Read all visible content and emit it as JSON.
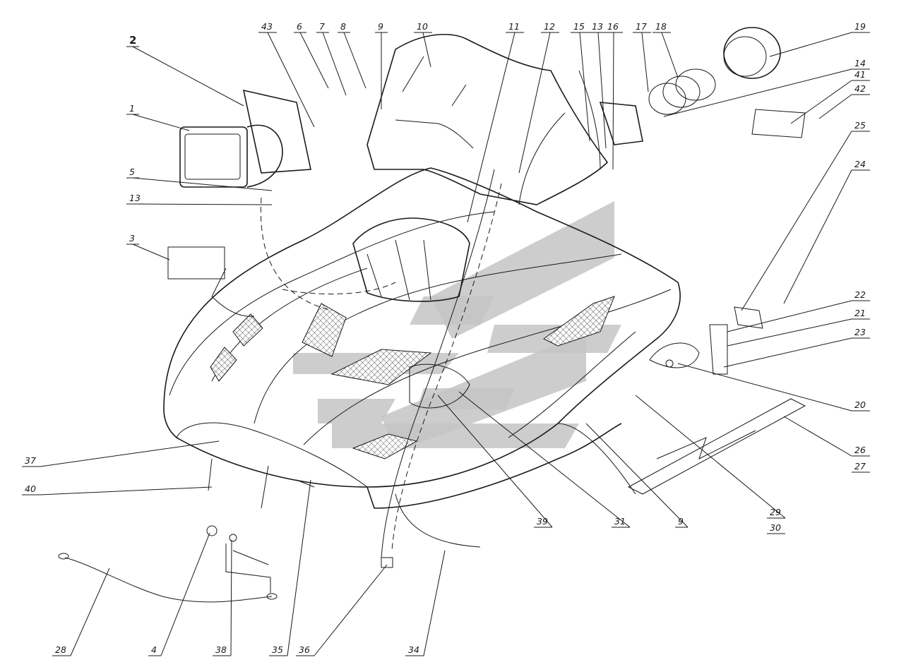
{
  "callouts": [
    {
      "id": "2",
      "text": "2",
      "bold": true
    },
    {
      "id": "43",
      "text": "43"
    },
    {
      "id": "6",
      "text": "6"
    },
    {
      "id": "7",
      "text": "7"
    },
    {
      "id": "8",
      "text": "8"
    },
    {
      "id": "9a",
      "text": "9"
    },
    {
      "id": "10",
      "text": "10"
    },
    {
      "id": "11",
      "text": "11"
    },
    {
      "id": "12",
      "text": "12"
    },
    {
      "id": "15",
      "text": "15"
    },
    {
      "id": "13a",
      "text": "13"
    },
    {
      "id": "16",
      "text": "16"
    },
    {
      "id": "17",
      "text": "17"
    },
    {
      "id": "18",
      "text": "18"
    },
    {
      "id": "19",
      "text": "19"
    },
    {
      "id": "14",
      "text": "14"
    },
    {
      "id": "41",
      "text": "41"
    },
    {
      "id": "42",
      "text": "42"
    },
    {
      "id": "1",
      "text": "1"
    },
    {
      "id": "5",
      "text": "5"
    },
    {
      "id": "13b",
      "text": "13"
    },
    {
      "id": "3",
      "text": "3"
    },
    {
      "id": "25",
      "text": "25"
    },
    {
      "id": "24",
      "text": "24"
    },
    {
      "id": "22",
      "text": "22"
    },
    {
      "id": "21",
      "text": "21"
    },
    {
      "id": "23",
      "text": "23"
    },
    {
      "id": "20",
      "text": "20"
    },
    {
      "id": "26",
      "text": "26"
    },
    {
      "id": "27",
      "text": "27"
    },
    {
      "id": "37",
      "text": "37"
    },
    {
      "id": "40",
      "text": "40"
    },
    {
      "id": "39",
      "text": "39"
    },
    {
      "id": "31",
      "text": "31"
    },
    {
      "id": "9b",
      "text": "9"
    },
    {
      "id": "29",
      "text": "29"
    },
    {
      "id": "30",
      "text": "30"
    },
    {
      "id": "28",
      "text": "28"
    },
    {
      "id": "4",
      "text": "4"
    },
    {
      "id": "38",
      "text": "38"
    },
    {
      "id": "35",
      "text": "35"
    },
    {
      "id": "36",
      "text": "36"
    },
    {
      "id": "34",
      "text": "34"
    }
  ]
}
